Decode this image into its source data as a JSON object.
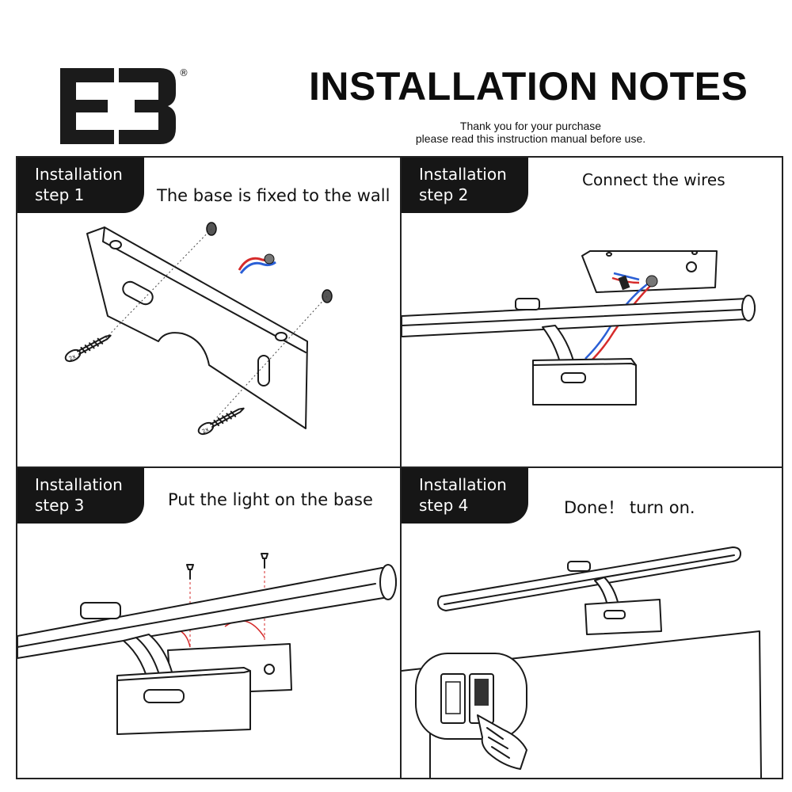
{
  "header": {
    "logo_text": "EB",
    "registered_mark": "®",
    "title": "INSTALLATION NOTES",
    "thanks_line1": "Thank you for your purchase",
    "thanks_line2": "please read this instruction manual before use."
  },
  "steps": [
    {
      "tag_line1": "Installation",
      "tag_line2": "step  1",
      "caption": "The base is fixed to the wall",
      "screw_label": "2x"
    },
    {
      "tag_line1": "Installation",
      "tag_line2": "step  2",
      "caption": "Connect the wires"
    },
    {
      "tag_line1": "Installation",
      "tag_line2": "step  3",
      "caption": "Put the light on the base"
    },
    {
      "tag_line1": "Installation",
      "tag_line2": "step  4",
      "caption": "Done！ turn on."
    }
  ],
  "colors": {
    "ink": "#161616",
    "wire_red": "#d62b2b",
    "wire_blue": "#2a5fd6"
  }
}
